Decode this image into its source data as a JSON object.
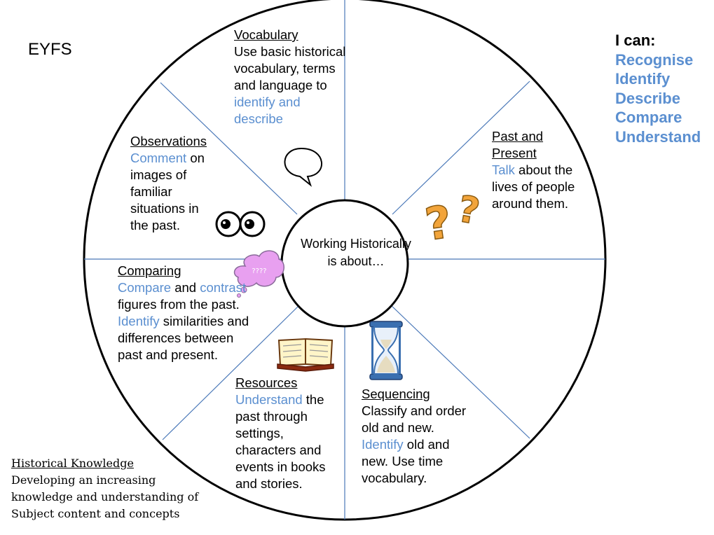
{
  "title": "EYFS",
  "ican": {
    "heading": "I can:",
    "verbs": [
      "Recognise",
      "Identify",
      "Describe",
      "Compare",
      "Understand"
    ]
  },
  "center": "Working Historically is about…",
  "segments": {
    "vocabulary": {
      "heading": "Vocabulary",
      "text": "Use basic historical vocabulary, terms and language to",
      "highlight": "identify and describe"
    },
    "past_present": {
      "heading": "Past and Present",
      "highlight": "Talk",
      "text": "about the lives of people around them."
    },
    "observations": {
      "heading": "Observations",
      "highlight": "Comment",
      "text": "on images of familiar situations in the past."
    },
    "comparing": {
      "heading": "Comparing",
      "hl1": "Compare",
      "t1": "and",
      "hl2": "contrast",
      "t2": "figures from the past.",
      "hl3": "Identify",
      "t3": "similarities and differences between past and present."
    },
    "resources": {
      "heading": "Resources",
      "highlight": "Understand",
      "text": "the past through settings, characters and events in books and stories."
    },
    "sequencing": {
      "heading": "Sequencing",
      "t1": "Classify and order old and new.",
      "highlight": "Identify",
      "t2": "old and new. Use time vocabulary."
    }
  },
  "thought_bubble_text": "????",
  "historical_knowledge": {
    "heading": "Historical Knowledge",
    "lines": [
      "Developing an increasing",
      "knowledge and understanding of",
      "Subject content and concepts"
    ]
  },
  "colors": {
    "accent": "#5b8fd0",
    "lines": "#4a78b8"
  },
  "icons": [
    "speech-bubble-icon",
    "question-marks-icon",
    "eyes-icon",
    "thought-bubble-icon",
    "book-icon",
    "hourglass-icon"
  ]
}
